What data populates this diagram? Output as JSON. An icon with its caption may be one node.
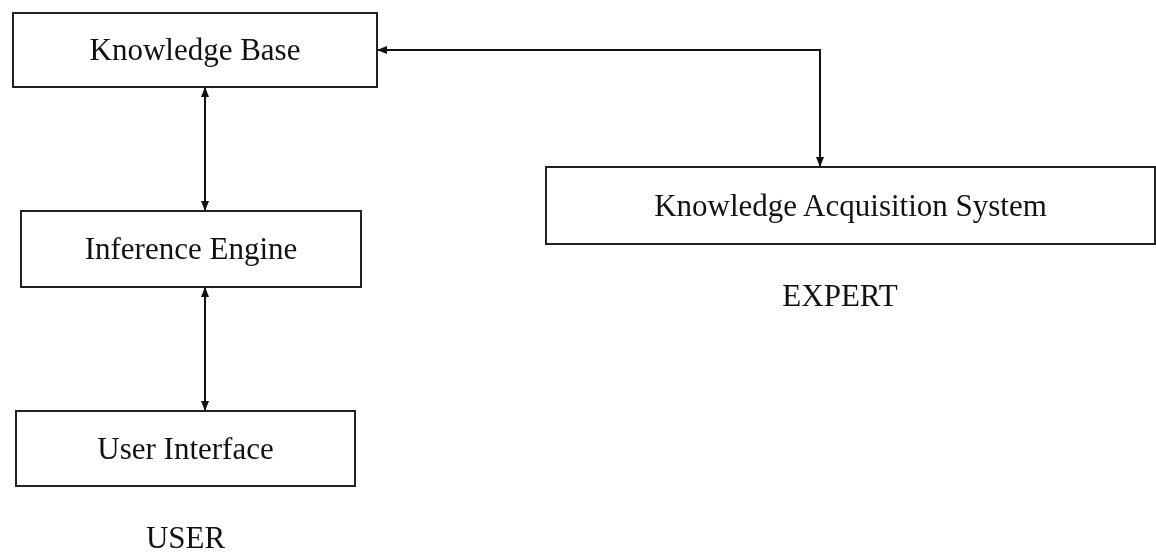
{
  "diagram": {
    "nodes": [
      {
        "text": [
          "Knowledge Base"
        ]
      },
      {
        "text": [
          "Inference Engine"
        ]
      },
      {
        "text": [
          "User Interface"
        ],
        "beside": [
          "USER"
        ]
      },
      {
        "text": [
          "Knowledge Acquisition System"
        ],
        "beside": [
          "EXPERT"
        ]
      }
    ],
    "edges": [
      {
        "from": 0,
        "to": 1,
        "arrow": "both"
      },
      {
        "from": 1,
        "to": 2,
        "arrow": "both"
      },
      {
        "from": 0,
        "to": 3,
        "arrow": "both"
      }
    ]
  }
}
